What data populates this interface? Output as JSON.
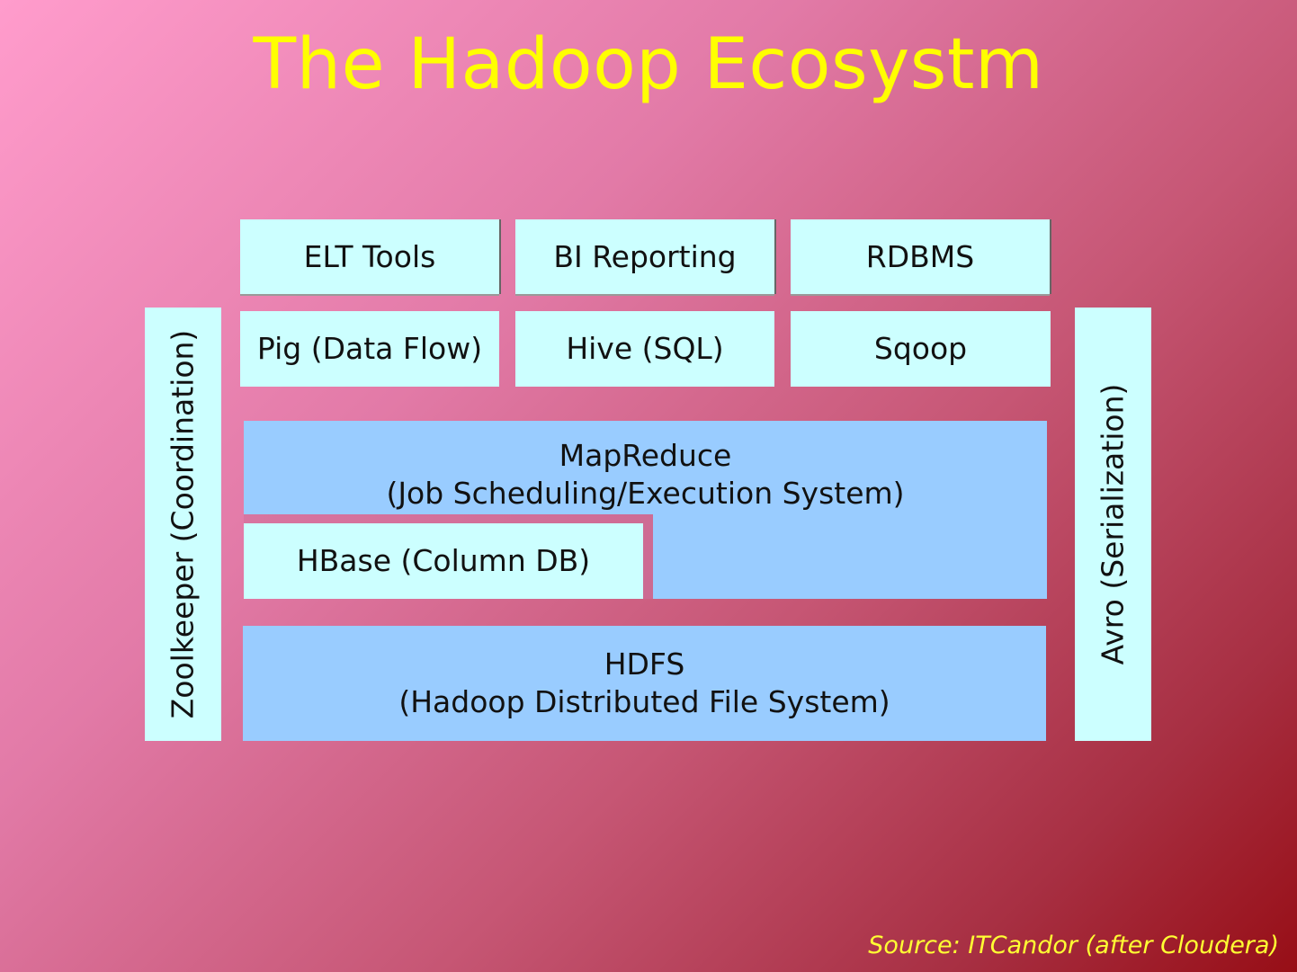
{
  "slide": {
    "title": "The Hadoop Ecosystm",
    "source": "Source: ITCandor (after Cloudera)"
  },
  "diagram": {
    "top_row": [
      "ELT Tools",
      "BI Reporting",
      "RDBMS"
    ],
    "second_row": [
      "Pig (Data Flow)",
      "Hive (SQL)",
      "Sqoop"
    ],
    "mapreduce": {
      "line1": "MapReduce",
      "line2": "(Job Scheduling/Execution System)"
    },
    "hbase": "HBase (Column DB)",
    "hdfs": {
      "line1": "HDFS",
      "line2": "(Hadoop Distributed File System)"
    },
    "left_side": "Zoolkeeper (Coordination)",
    "right_side": "Avro (Serialization)"
  },
  "colors": {
    "title": "#ffff00",
    "light_box": "#ccffff",
    "blue_box": "#99ccff",
    "source": "#ffff33"
  }
}
